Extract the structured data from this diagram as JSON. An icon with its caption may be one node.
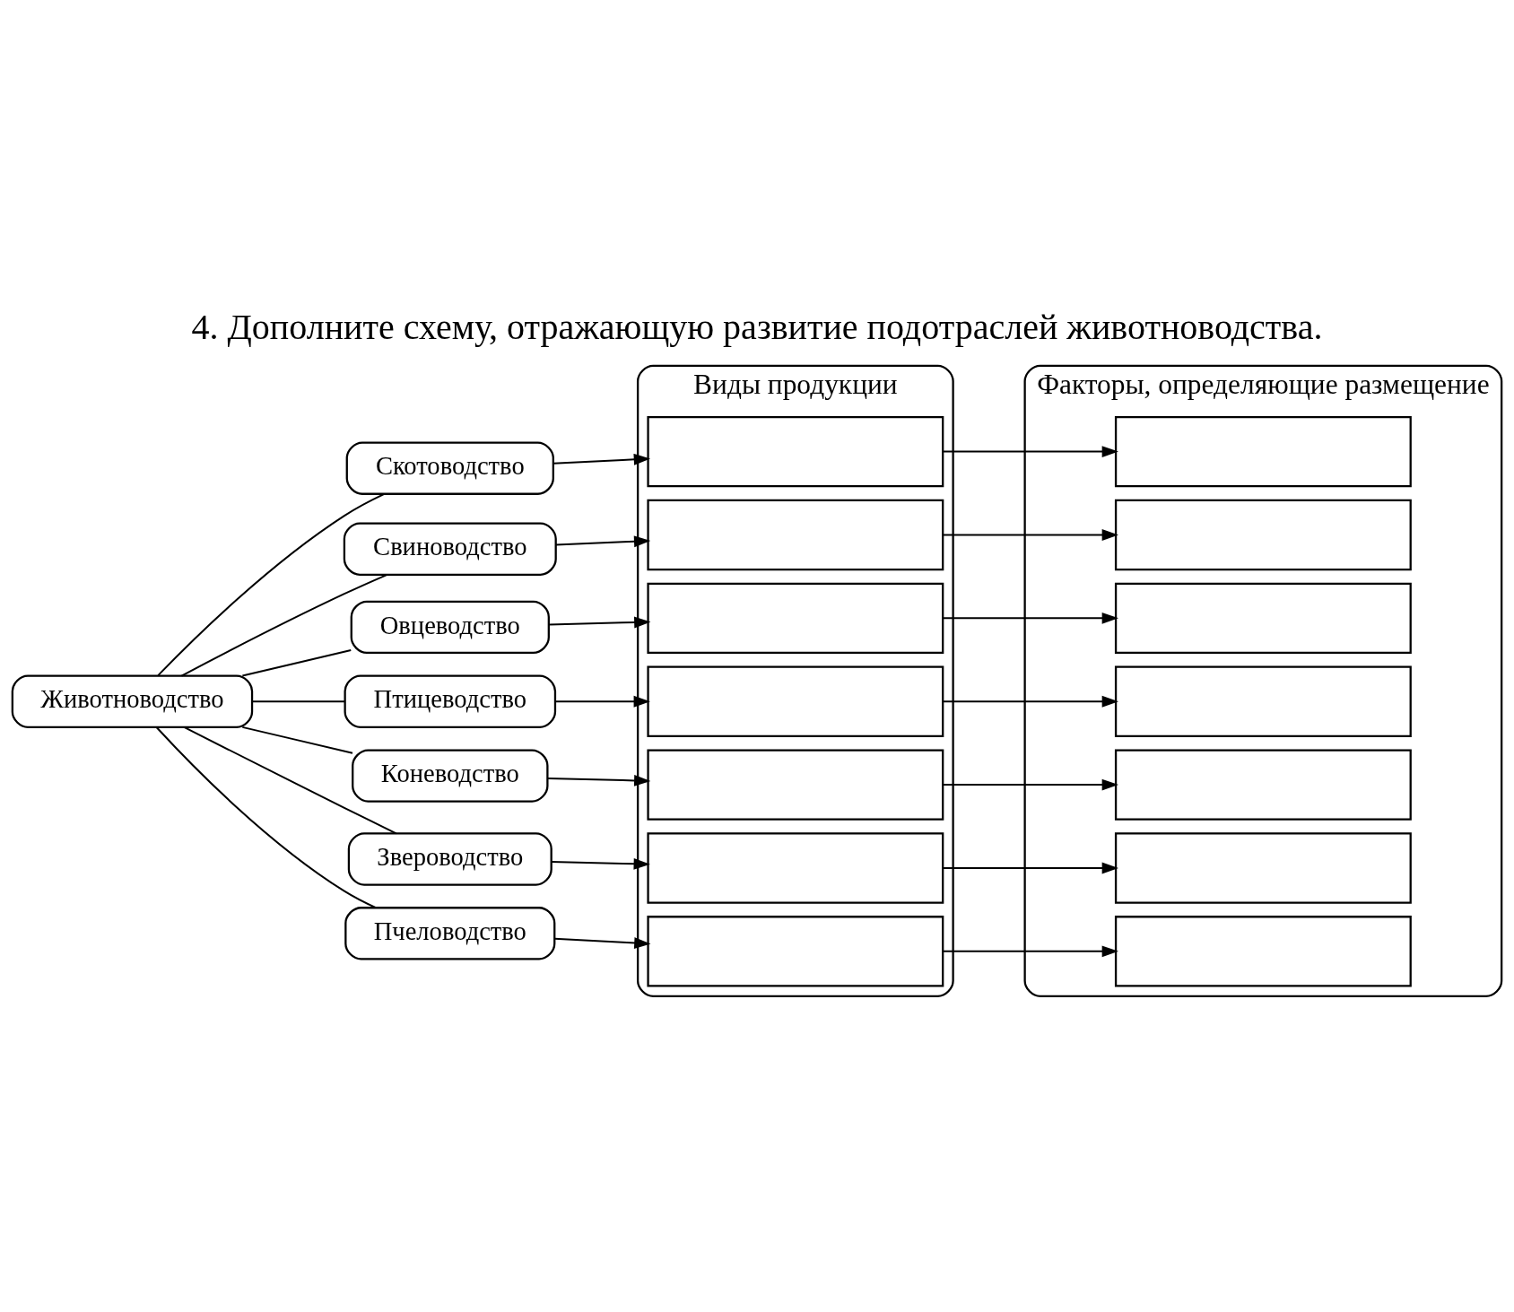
{
  "diagram": {
    "title": "4. Дополните схему, отражающую развитие подотраслей животноводства.",
    "nodes": [
      {
        "text": [
          "Животноводство"
        ]
      },
      {
        "text": [
          "Скотоводство"
        ]
      },
      {
        "text": [
          "Свиноводство"
        ]
      },
      {
        "text": [
          "Овцеводство"
        ]
      },
      {
        "text": [
          "Птицеводство"
        ]
      },
      {
        "text": [
          "Коневодство"
        ]
      },
      {
        "text": [
          "Звероводство"
        ]
      },
      {
        "text": [
          "Пчеловодство"
        ]
      },
      {
        "text": [
          "Виды продукции"
        ]
      },
      {
        "text": [],
        "shape": "box",
        "in": 8
      },
      {
        "text": [],
        "shape": "box",
        "in": 8
      },
      {
        "text": [],
        "shape": "box",
        "in": 8
      },
      {
        "text": [],
        "shape": "box",
        "in": 8
      },
      {
        "text": [],
        "shape": "box",
        "in": 8
      },
      {
        "text": [],
        "shape": "box",
        "in": 8
      },
      {
        "text": [],
        "shape": "box",
        "in": 8
      },
      {
        "text": [
          "Факторы, определяющие размещение"
        ]
      },
      {
        "text": [],
        "shape": "box",
        "in": 16
      },
      {
        "text": [],
        "shape": "box",
        "in": 16
      },
      {
        "text": [],
        "shape": "box",
        "in": 16
      },
      {
        "text": [],
        "shape": "box",
        "in": 16
      },
      {
        "text": [],
        "shape": "box",
        "in": 16
      },
      {
        "text": [],
        "shape": "box",
        "in": 16
      },
      {
        "text": [],
        "shape": "box",
        "in": 16
      }
    ],
    "edges": [
      {
        "from": 0,
        "to": 1,
        "arrow": "none"
      },
      {
        "from": 0,
        "to": 2,
        "arrow": "none"
      },
      {
        "from": 0,
        "to": 3,
        "arrow": "none"
      },
      {
        "from": 0,
        "to": 4,
        "arrow": "none"
      },
      {
        "from": 0,
        "to": 5,
        "arrow": "none"
      },
      {
        "from": 0,
        "to": 6,
        "arrow": "none"
      },
      {
        "from": 0,
        "to": 7,
        "arrow": "none"
      },
      {
        "from": 1,
        "to": 9,
        "arrow": "to"
      },
      {
        "from": 2,
        "to": 10,
        "arrow": "to"
      },
      {
        "from": 3,
        "to": 11,
        "arrow": "to"
      },
      {
        "from": 4,
        "to": 12,
        "arrow": "to"
      },
      {
        "from": 5,
        "to": 13,
        "arrow": "to"
      },
      {
        "from": 6,
        "to": 14,
        "arrow": "to"
      },
      {
        "from": 7,
        "to": 15,
        "arrow": "to"
      },
      {
        "from": 9,
        "to": 17,
        "arrow": "to"
      },
      {
        "from": 10,
        "to": 18,
        "arrow": "to"
      },
      {
        "from": 11,
        "to": 19,
        "arrow": "to"
      },
      {
        "from": 12,
        "to": 20,
        "arrow": "to"
      },
      {
        "from": 13,
        "to": 21,
        "arrow": "to"
      },
      {
        "from": 14,
        "to": 22,
        "arrow": "to"
      },
      {
        "from": 15,
        "to": 23,
        "arrow": "to"
      }
    ]
  }
}
